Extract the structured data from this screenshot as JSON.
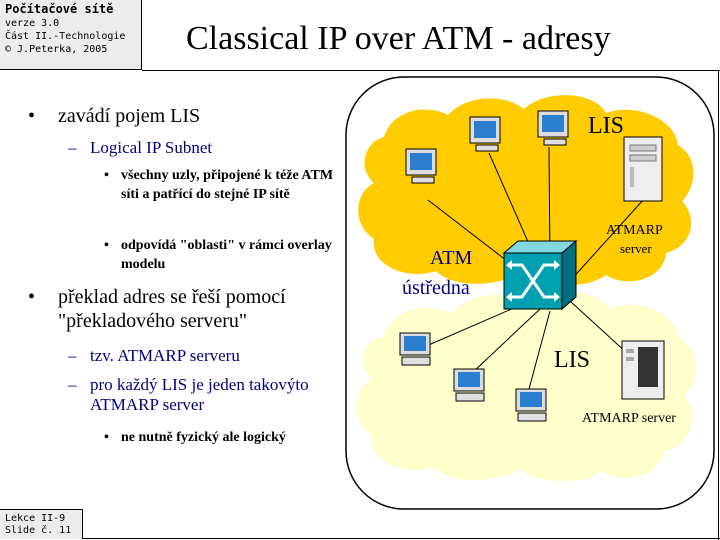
{
  "header": {
    "course_title": "Počítačové sítě",
    "version": "verze 3.0",
    "part": "Část II.-Technologie",
    "author": "© J.Peterka, 2005"
  },
  "slide": {
    "title": "Classical IP over ATM - adresy"
  },
  "bullets": {
    "b1": "zavádí pojem LIS",
    "b1_sub1": "Logical IP Subnet",
    "b1_sub1_items": [
      "všechny uzly, připojené k téže ATM síti a patřící do stejné IP sítě",
      "odpovídá \"oblasti\" v rámci overlay modelu"
    ],
    "b2": "překlad adres se řeší pomocí \"překladového serveru\"",
    "b2_sub1": "tzv. ATMARP serveru",
    "b2_sub2": "pro každý LIS je jeden takovýto ATMARP server",
    "b2_sub2_item": "ne nutně fyzický ale logický"
  },
  "diagram": {
    "lis_top": "LIS",
    "lis_bottom": "LIS",
    "atm_line1": "ATM",
    "atm_line2": "ústředna",
    "server_top_line1": "ATMARP",
    "server_top_line2": "server",
    "server_bottom": "ATMARP server",
    "colors": {
      "top_cloud": "#ffcc00",
      "bottom_cloud": "#ffffcc",
      "switch": "#00a0b0",
      "atm_text": "#000080"
    }
  },
  "footer": {
    "lecture": "Lekce II-9",
    "slide": "Slide č. 11"
  }
}
